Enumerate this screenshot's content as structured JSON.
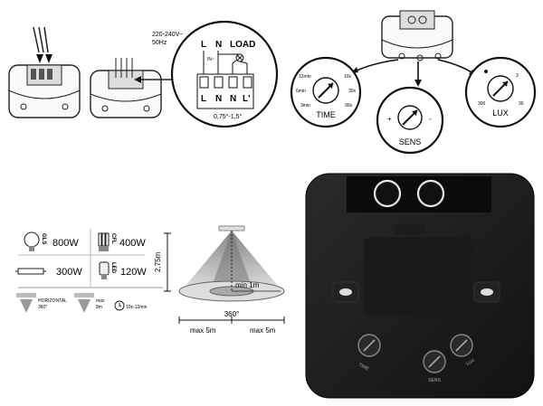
{
  "wiring": {
    "supply_line1": "220-240V~",
    "supply_line2": "50Hz",
    "label_l": "L",
    "label_n": "N",
    "label_load": "LOAD",
    "label_in": "IN~",
    "terminals": [
      "L",
      "N",
      "N",
      "L'"
    ],
    "wire_section": "0,75°-1,5°"
  },
  "controls": {
    "time": {
      "title": "TIME",
      "marks": [
        "12min",
        "10s",
        "6min",
        "30s",
        "3min",
        "90s"
      ]
    },
    "sens": {
      "title": "SENS",
      "plus": "+",
      "minus": "-"
    },
    "lux": {
      "title": "LUX",
      "marks": [
        "3",
        "300",
        "30"
      ]
    }
  },
  "loads": [
    {
      "type": "GLS",
      "watts": "800W",
      "icon": "incandescent-bulb-icon"
    },
    {
      "type": "CFL",
      "watts": "400W",
      "icon": "cfl-bulb-icon"
    },
    {
      "type": "",
      "watts": "300W",
      "icon": "fluorescent-tube-icon"
    },
    {
      "type": "LED",
      "watts": "120W",
      "icon": "led-bulb-icon"
    }
  ],
  "detection": {
    "horizontal_label": "HORIZONTAL",
    "horizontal_value": "360°",
    "max_label": "max",
    "max_value": "8m",
    "time_range": "10s-12min"
  },
  "coverage": {
    "height": "2,75m",
    "min_range": "min 1m",
    "angle": "360°",
    "left_range": "max 5m",
    "right_range": "max 5m"
  },
  "device": {
    "time_label": "TIME",
    "sens_label": "SENS",
    "lux_label": "LUX"
  }
}
